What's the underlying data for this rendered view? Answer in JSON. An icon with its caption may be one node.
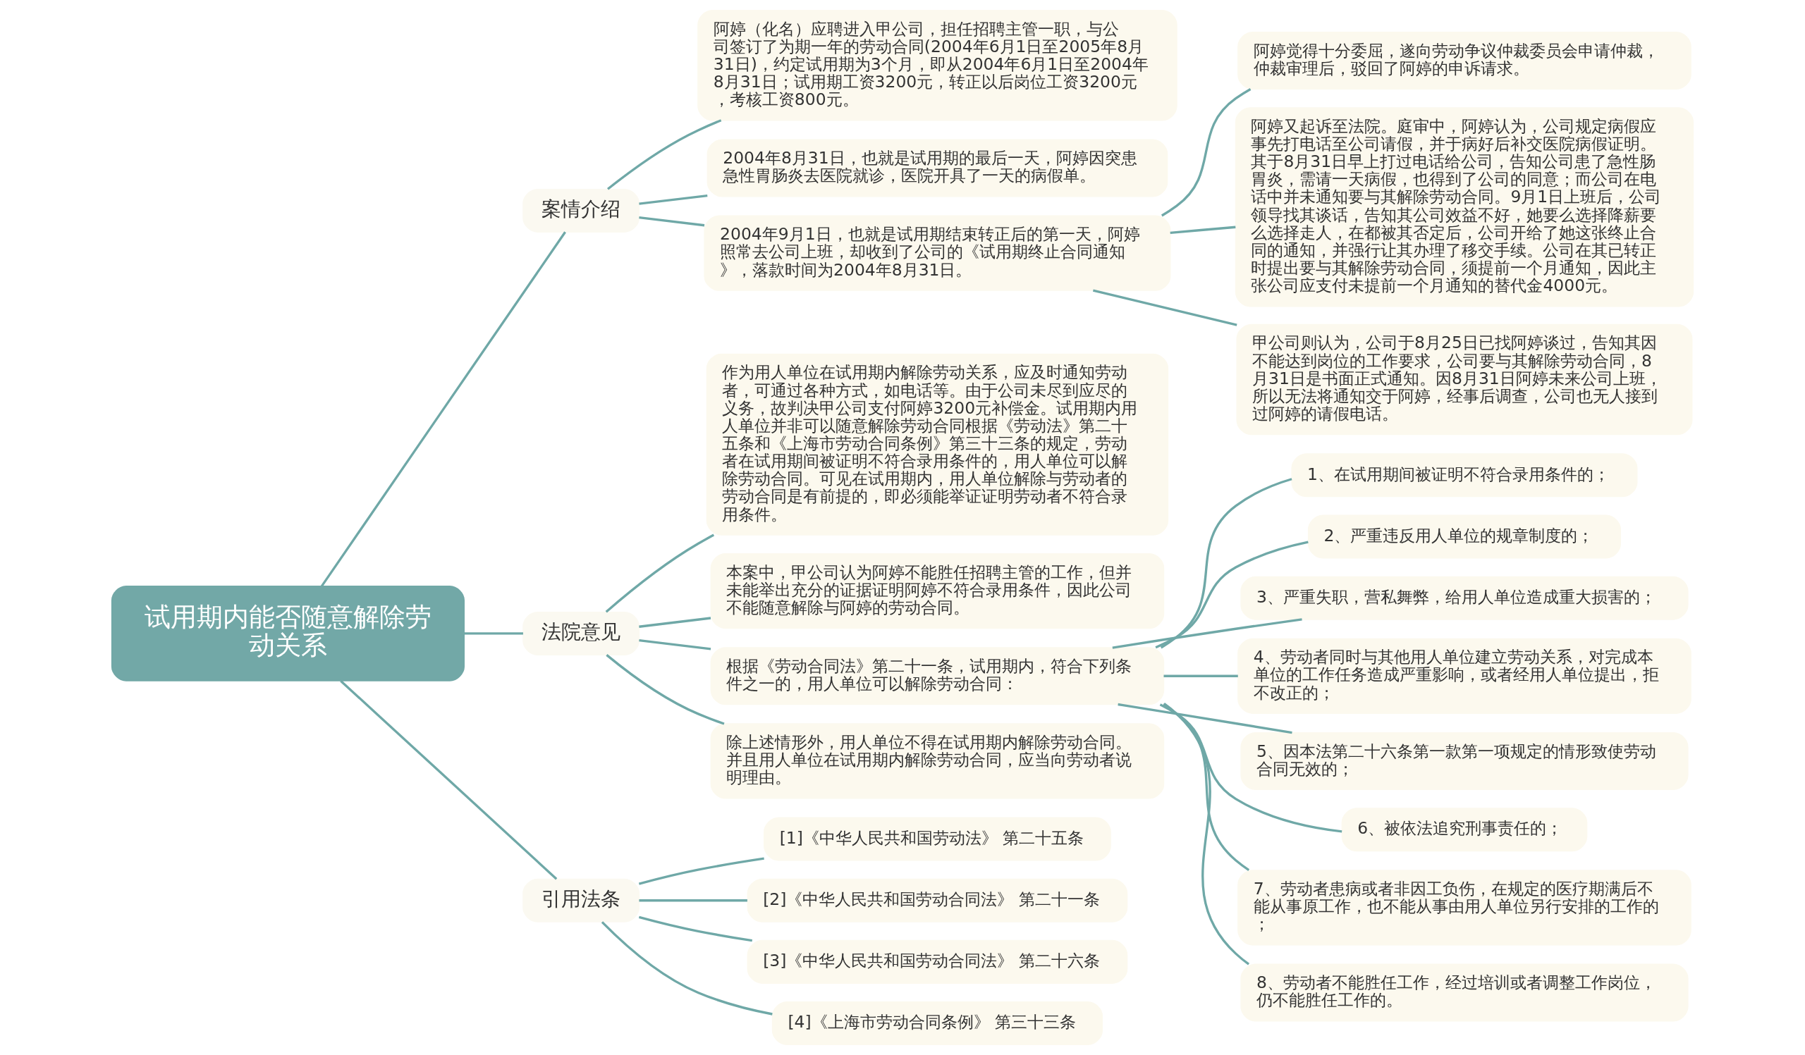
{
  "diagram": {
    "nodes": [
      {
        "text": [
          "试用期内能否随意解除劳动关系"
        ]
      },
      {
        "text": [
          "案情介绍"
        ]
      },
      {
        "text": [
          "阿婷（化名）应聘进入甲公司，担任招聘主管一职，与公司签订了为期一年的劳动合同(2004年6月1日至2005年8月31日)，约定试用期为3个月，即从2004年6月1日至2004年8月31日；试用期工资3200元，转正以后岗位工资3200元，考核工资800元。"
        ]
      },
      {
        "text": [
          "2004年8月31日，也就是试用期的最后一天，阿婷因突患急性胃肠炎去医院就诊，医院开具了一天的病假单。"
        ]
      },
      {
        "text": [
          "2004年9月1日，也就是试用期结束转正后的第一天，阿婷照常去公司上班，却收到了公司的《试用期终止合同通知》，落款时间为2004年8月31日。"
        ]
      },
      {
        "text": [
          "阿婷觉得十分委屈，遂向劳动争议仲裁委员会申请仲裁，仲裁审理后，驳回了阿婷的申诉请求。"
        ]
      },
      {
        "text": [
          "阿婷又起诉至法院。庭审中，阿婷认为，公司规定病假应事先打电话至公司请假，并于病好后补交医院病假证明。其于8月31日早上打过电话给公司，告知公司患了急性肠胃炎，需请一天病假，也得到了公司的同意；而公司在电话中并未通知要与其解除劳动合同。9月1日上班后，公司领导找其谈话，告知其公司效益不好，她要么选择降薪要么选择走人，在都被其否定后，公司开给了她这张终止合同的通知，并强行让其办理了移交手续。公司在其已转正时提出要与其解除劳动合同，须提前一个月通知，因此主张公司应支付未提前一个月通知的替代金4000元。"
        ]
      },
      {
        "text": [
          "甲公司则认为，公司于8月25日已找阿婷谈过，告知其因不能达到岗位的工作要求，公司要与其解除劳动合同，8月31日是书面正式通知。因8月31日阿婷未来公司上班，所以无法将通知交于阿婷，经事后调查，公司也无人接到过阿婷的请假电话。"
        ]
      },
      {
        "text": [
          "法院意见"
        ]
      },
      {
        "text": [
          "作为用人单位在试用期内解除劳动关系，应及时通知劳动者，可通过各种方式，如电话等。由于公司未尽到应尽的义务，故判决甲公司支付阿婷3200元补偿金。试用期内用人单位并非可以随意解除劳动合同根据《劳动法》第二十五条和《上海市劳动合同条例》第三十三条的规定，劳动者在试用期间被证明不符合录用条件的，用人单位可以解除劳动合同。可见在试用期内，用人单位解除与劳动者的劳动合同是有前提的，即必须能举证证明劳动者不符合录用条件。"
        ]
      },
      {
        "text": [
          "本案中，甲公司认为阿婷不能胜任招聘主管的工作，但并未能举出充分的证据证明阿婷不符合录用条件，因此公司不能随意解除与阿婷的劳动合同。"
        ]
      },
      {
        "text": [
          "根据《劳动合同法》第二十一条，试用期内，符合下列条件之一的，用人单位可以解除劳动合同："
        ]
      },
      {
        "text": [
          "1、在试用期间被证明不符合录用条件的；"
        ]
      },
      {
        "text": [
          "2、严重违反用人单位的规章制度的；"
        ]
      },
      {
        "text": [
          "3、严重失职，营私舞弊，给用人单位造成重大损害的；"
        ]
      },
      {
        "text": [
          "4、劳动者同时与其他用人单位建立劳动关系，对完成本单位的工作任务造成严重影响，或者经用人单位提出，拒不改正的；"
        ]
      },
      {
        "text": [
          "5、因本法第二十六条第一款第一项规定的情形致使劳动合同无效的；"
        ]
      },
      {
        "text": [
          "6、被依法追究刑事责任的；"
        ]
      },
      {
        "text": [
          "7、劳动者患病或者非因工负伤，在规定的医疗期满后不能从事原工作，也不能从事由用人单位另行安排的工作的；"
        ]
      },
      {
        "text": [
          "8、劳动者不能胜任工作，经过培训或者调整工作岗位，仍不能胜任工作的。"
        ]
      },
      {
        "text": [
          "除上述情形外，用人单位不得在试用期内解除劳动合同。并且用人单位在试用期内解除劳动合同，应当向劳动者说明理由。"
        ]
      },
      {
        "text": [
          "引用法条"
        ]
      },
      {
        "text": [
          "[1]《中华人民共和国劳动法》 第二十五条"
        ]
      },
      {
        "text": [
          "[2]《中华人民共和国劳动合同法》 第二十一条"
        ]
      },
      {
        "text": [
          "[3]《中华人民共和国劳动合同法》 第二十六条"
        ]
      },
      {
        "text": [
          "[4]《上海市劳动合同条例》 第三十三条"
        ]
      }
    ],
    "edges": [
      {
        "from": 0,
        "to": 1,
        "arrow": "none"
      },
      {
        "from": 1,
        "to": 2,
        "arrow": "none"
      },
      {
        "from": 1,
        "to": 3,
        "arrow": "none"
      },
      {
        "from": 1,
        "to": 4,
        "arrow": "none"
      },
      {
        "from": 4,
        "to": 5,
        "arrow": "none"
      },
      {
        "from": 4,
        "to": 6,
        "arrow": "none"
      },
      {
        "from": 4,
        "to": 7,
        "arrow": "none"
      },
      {
        "from": 0,
        "to": 8,
        "arrow": "none"
      },
      {
        "from": 8,
        "to": 9,
        "arrow": "none"
      },
      {
        "from": 8,
        "to": 10,
        "arrow": "none"
      },
      {
        "from": 8,
        "to": 11,
        "arrow": "none"
      },
      {
        "from": 11,
        "to": 12,
        "arrow": "none"
      },
      {
        "from": 11,
        "to": 13,
        "arrow": "none"
      },
      {
        "from": 11,
        "to": 14,
        "arrow": "none"
      },
      {
        "from": 11,
        "to": 15,
        "arrow": "none"
      },
      {
        "from": 11,
        "to": 16,
        "arrow": "none"
      },
      {
        "from": 11,
        "to": 17,
        "arrow": "none"
      },
      {
        "from": 11,
        "to": 18,
        "arrow": "none"
      },
      {
        "from": 11,
        "to": 19,
        "arrow": "none"
      },
      {
        "from": 8,
        "to": 20,
        "arrow": "none"
      },
      {
        "from": 0,
        "to": 21,
        "arrow": "none"
      },
      {
        "from": 21,
        "to": 22,
        "arrow": "none"
      },
      {
        "from": 21,
        "to": 23,
        "arrow": "none"
      },
      {
        "from": 21,
        "to": 24,
        "arrow": "none"
      },
      {
        "from": 21,
        "to": 25,
        "arrow": "none"
      }
    ]
  }
}
